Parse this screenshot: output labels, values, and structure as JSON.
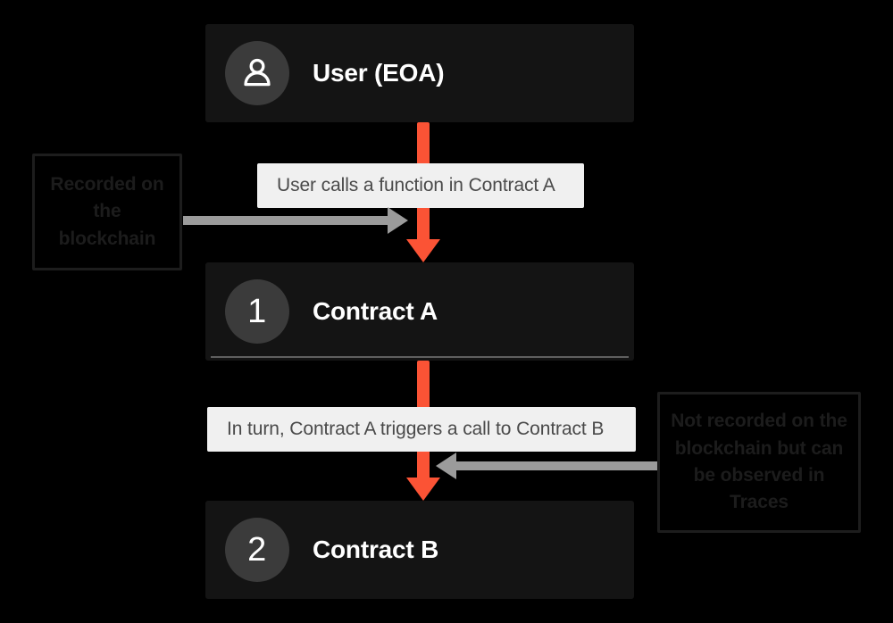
{
  "diagram": {
    "background_color": "#000000",
    "accent_color": "#fb5335",
    "connector_color": "#9b9b9b",
    "nodes": [
      {
        "id": "user",
        "title": "User (EOA)",
        "badge_type": "person-icon",
        "badge_label": ""
      },
      {
        "id": "contract-a",
        "title": "Contract A",
        "badge_type": "number",
        "badge_label": "1"
      },
      {
        "id": "contract-b",
        "title": "Contract B",
        "badge_type": "number",
        "badge_label": "2"
      }
    ],
    "edge_labels": [
      {
        "id": "edge-1",
        "text": "User calls a function in Contract A"
      },
      {
        "id": "edge-2",
        "text": "In turn, Contract A triggers a call to Contract B"
      }
    ],
    "annotations": [
      {
        "id": "anno-left",
        "text": "Recorded on the blockchain"
      },
      {
        "id": "anno-right",
        "text": "Not recorded on the blockchain but can be observed in Traces"
      }
    ]
  }
}
